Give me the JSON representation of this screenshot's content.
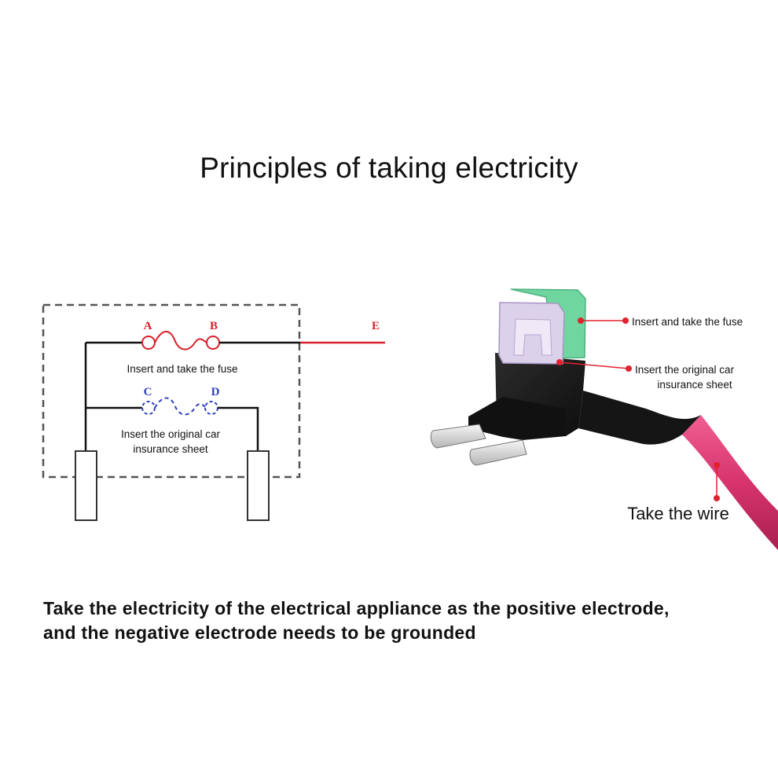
{
  "title": "Principles of taking electricity",
  "circuit": {
    "label_a": "A",
    "label_b": "B",
    "label_c": "C",
    "label_d": "D",
    "label_e": "E",
    "fuse_caption": "Insert and take the fuse",
    "sheet_caption_line1": "Insert the original car",
    "sheet_caption_line2": "insurance sheet",
    "colors": {
      "live": "#d8202a",
      "fuse_mark": "#d8202a",
      "sheet_mark": "#2f3fbf",
      "frame": "#555555"
    }
  },
  "product": {
    "callout_fuse": "Insert and take the fuse",
    "callout_sheet_line1": "Insert the original car",
    "callout_sheet_line2": "insurance sheet",
    "callout_wire": "Take the wire",
    "colors": {
      "callout": "#e0222f",
      "fuse_top": "#6fd6a0",
      "fuse_body": "#d9cde8",
      "housing": "#1b1b1b",
      "wire": "#d8336e"
    }
  },
  "footer": {
    "line1": "Take the electricity of the electrical appliance as the positive electrode,",
    "line2": "and the negative electrode needs to be grounded"
  }
}
